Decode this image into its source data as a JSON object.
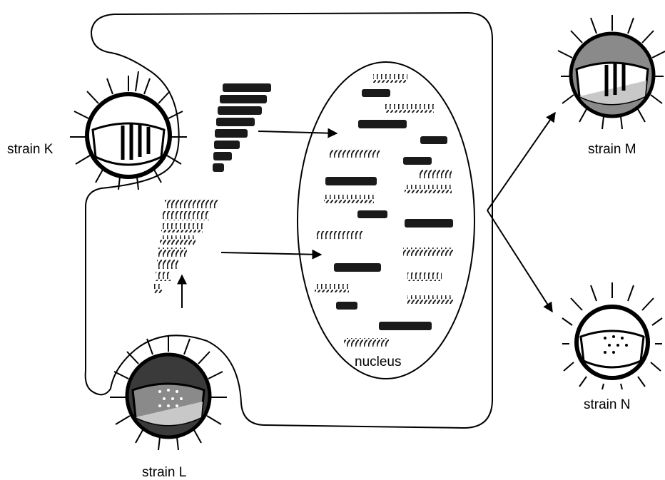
{
  "labels": {
    "strain_k": "strain K",
    "strain_l": "strain L",
    "strain_m": "strain M",
    "strain_n": "strain N",
    "nucleus": "nucleus"
  },
  "colors": {
    "line": "#000000",
    "solid_segment": "#1a1a1a",
    "dark_capsid": "#3a3a3a",
    "mid_capsid": "#8a8a8a",
    "light_wedge": "#c8c8c8"
  },
  "icons": [
    "virus-icon",
    "rna-segment-icon",
    "arrow-icon"
  ]
}
